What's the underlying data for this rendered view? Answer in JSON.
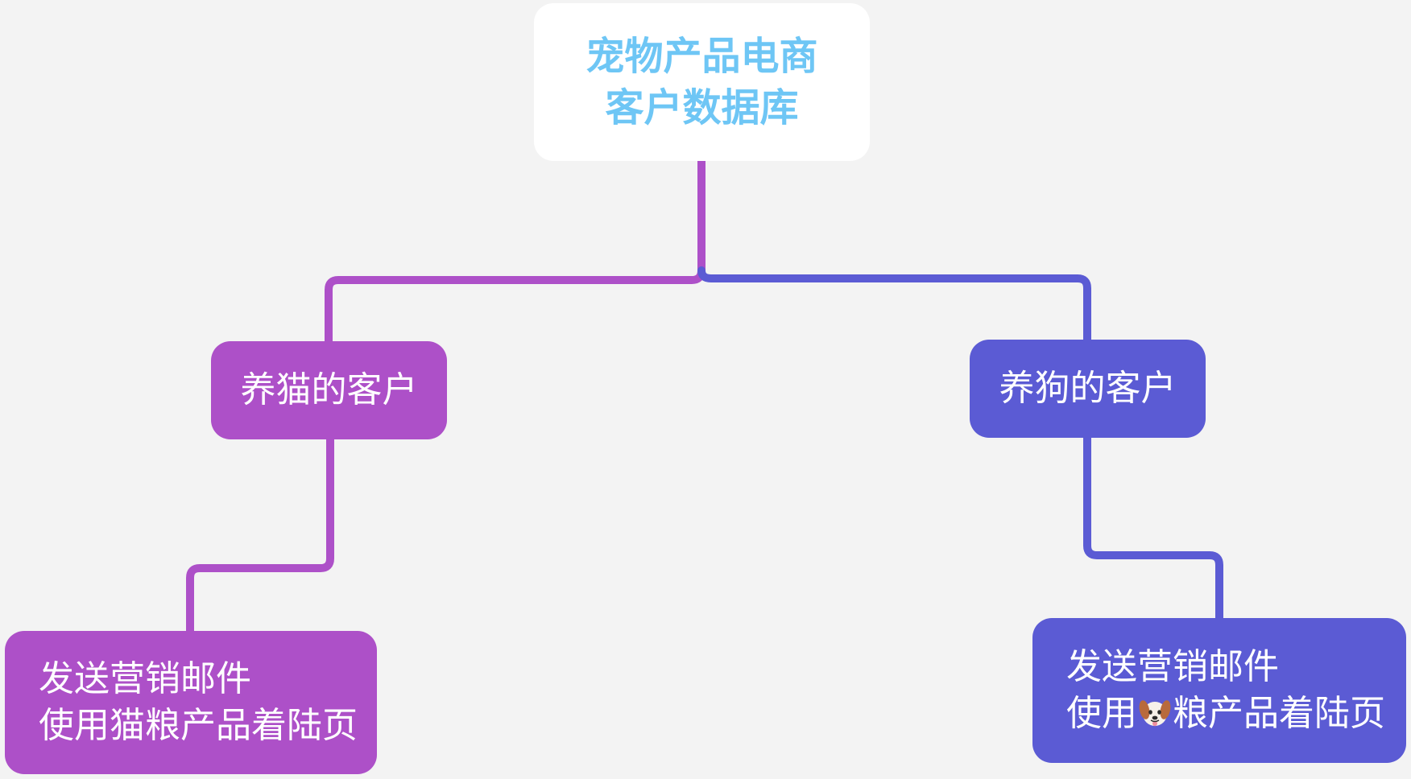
{
  "colors": {
    "background": "#F3F3F3",
    "root_fill": "#FFFFFF",
    "root_text": "#6EC6F5",
    "cat_branch": "#AD50C8",
    "dog_branch": "#5B5BD4"
  },
  "root": {
    "line1": "宠物产品电商",
    "line2": "客户数据库"
  },
  "branches": {
    "cat": {
      "label": "养猫的客户",
      "action": {
        "line1": "发送营销邮件",
        "line2": "使用猫粮产品着陆页"
      }
    },
    "dog": {
      "label": "养狗的客户",
      "action": {
        "line1": "发送营销邮件",
        "line2_prefix": "使用",
        "line2_icon": "dog-face-icon",
        "line2_suffix": "粮产品着陆页"
      }
    }
  }
}
